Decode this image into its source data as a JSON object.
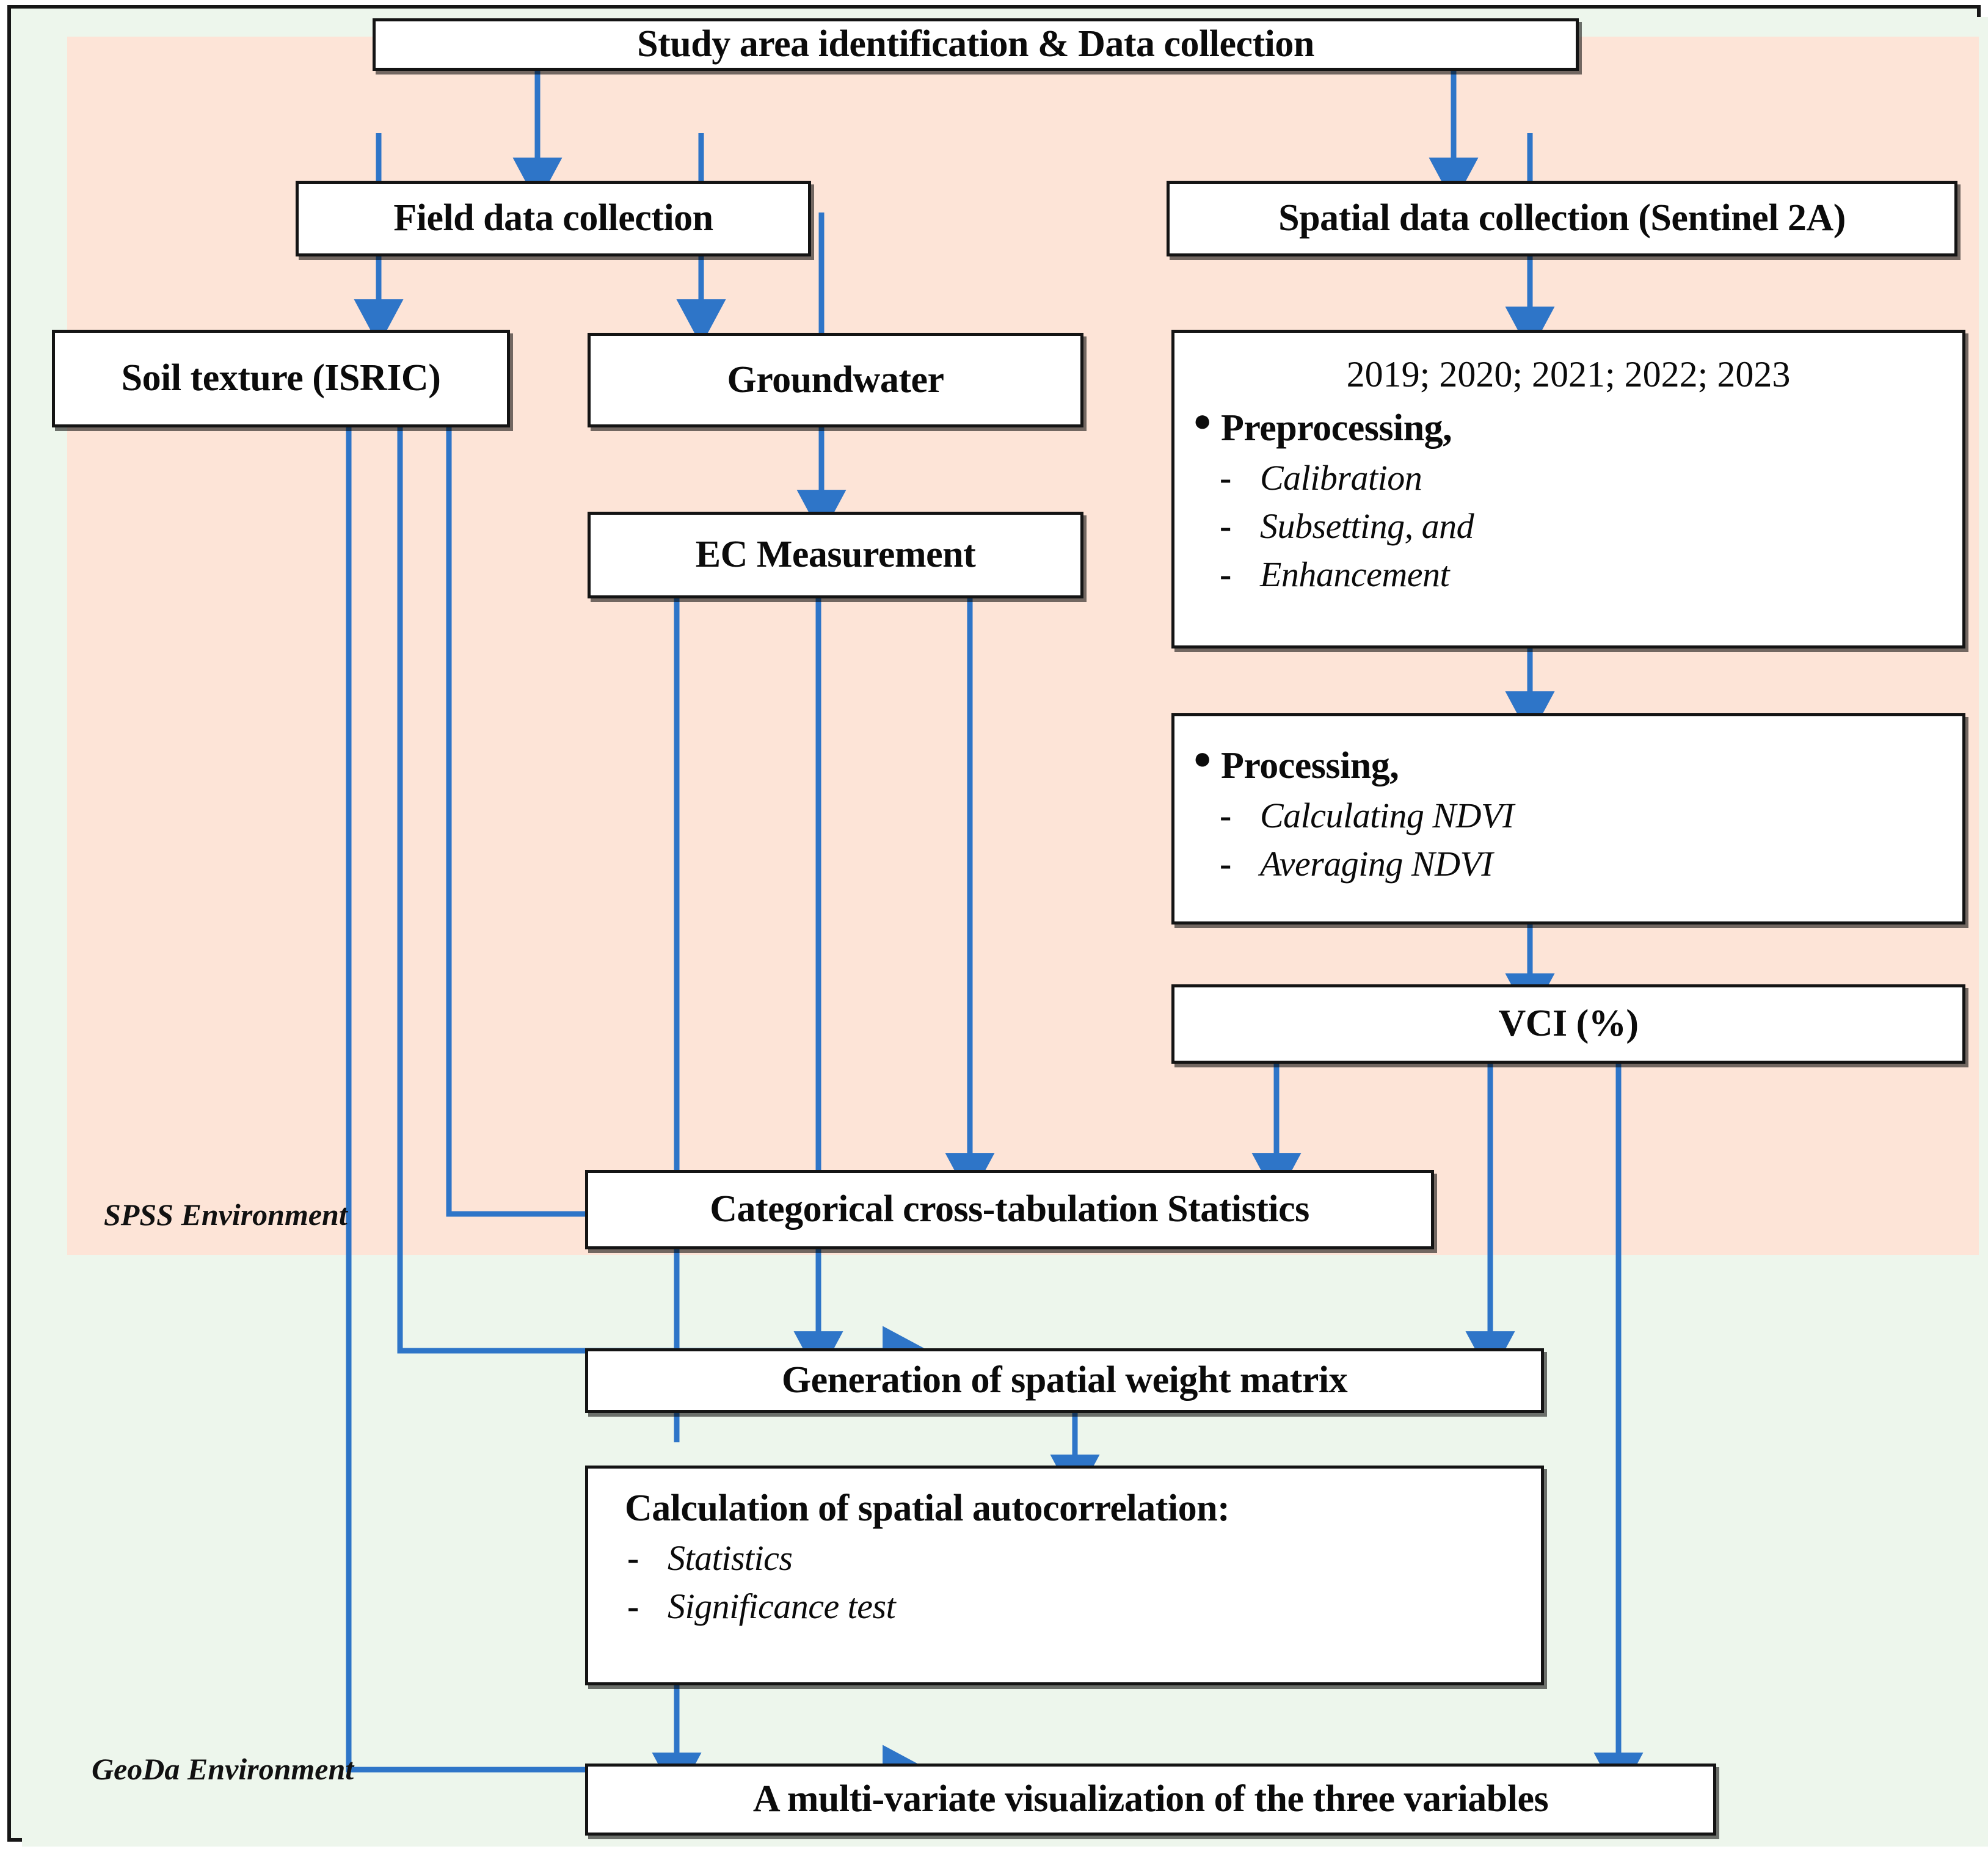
{
  "diagram": {
    "title": "Methodology flowchart",
    "colors": {
      "spss_panel": "#FDE4D7",
      "geoda_panel": "#EDF6EC",
      "arrow": "#2E75C8",
      "box_border": "#141414",
      "box_fill": "#FFFFFF"
    },
    "environments": [
      {
        "id": "spss",
        "label": "SPSS Environment"
      },
      {
        "id": "geoda",
        "label": "GeoDa Environment"
      }
    ],
    "nodes": {
      "study_area": "Study area identification & Data collection",
      "field_data": "Field data collection",
      "spatial_data": "Spatial data collection (Sentinel 2A)",
      "soil_texture": "Soil texture (ISRIC)",
      "groundwater": "Groundwater",
      "ec_measurement": "EC Measurement",
      "preprocessing": {
        "years": "2019; 2020; 2021; 2022; 2023",
        "bullet": "Preprocessing,",
        "items": [
          "Calibration",
          "Subsetting, and",
          "Enhancement"
        ]
      },
      "processing": {
        "bullet": "Processing,",
        "items": [
          "Calculating NDVI",
          "Averaging NDVI"
        ]
      },
      "vci": "VCI (%)",
      "cross_tab": "Categorical cross-tabulation Statistics",
      "weight_matrix": "Generation of spatial weight matrix",
      "autocorrelation": {
        "heading": "Calculation of spatial autocorrelation:",
        "items": [
          "Statistics",
          "Significance test"
        ]
      },
      "final": "A multi-variate visualization of the three variables"
    },
    "bullet_glyphs": {
      "dot": "●",
      "dash": "-"
    }
  }
}
